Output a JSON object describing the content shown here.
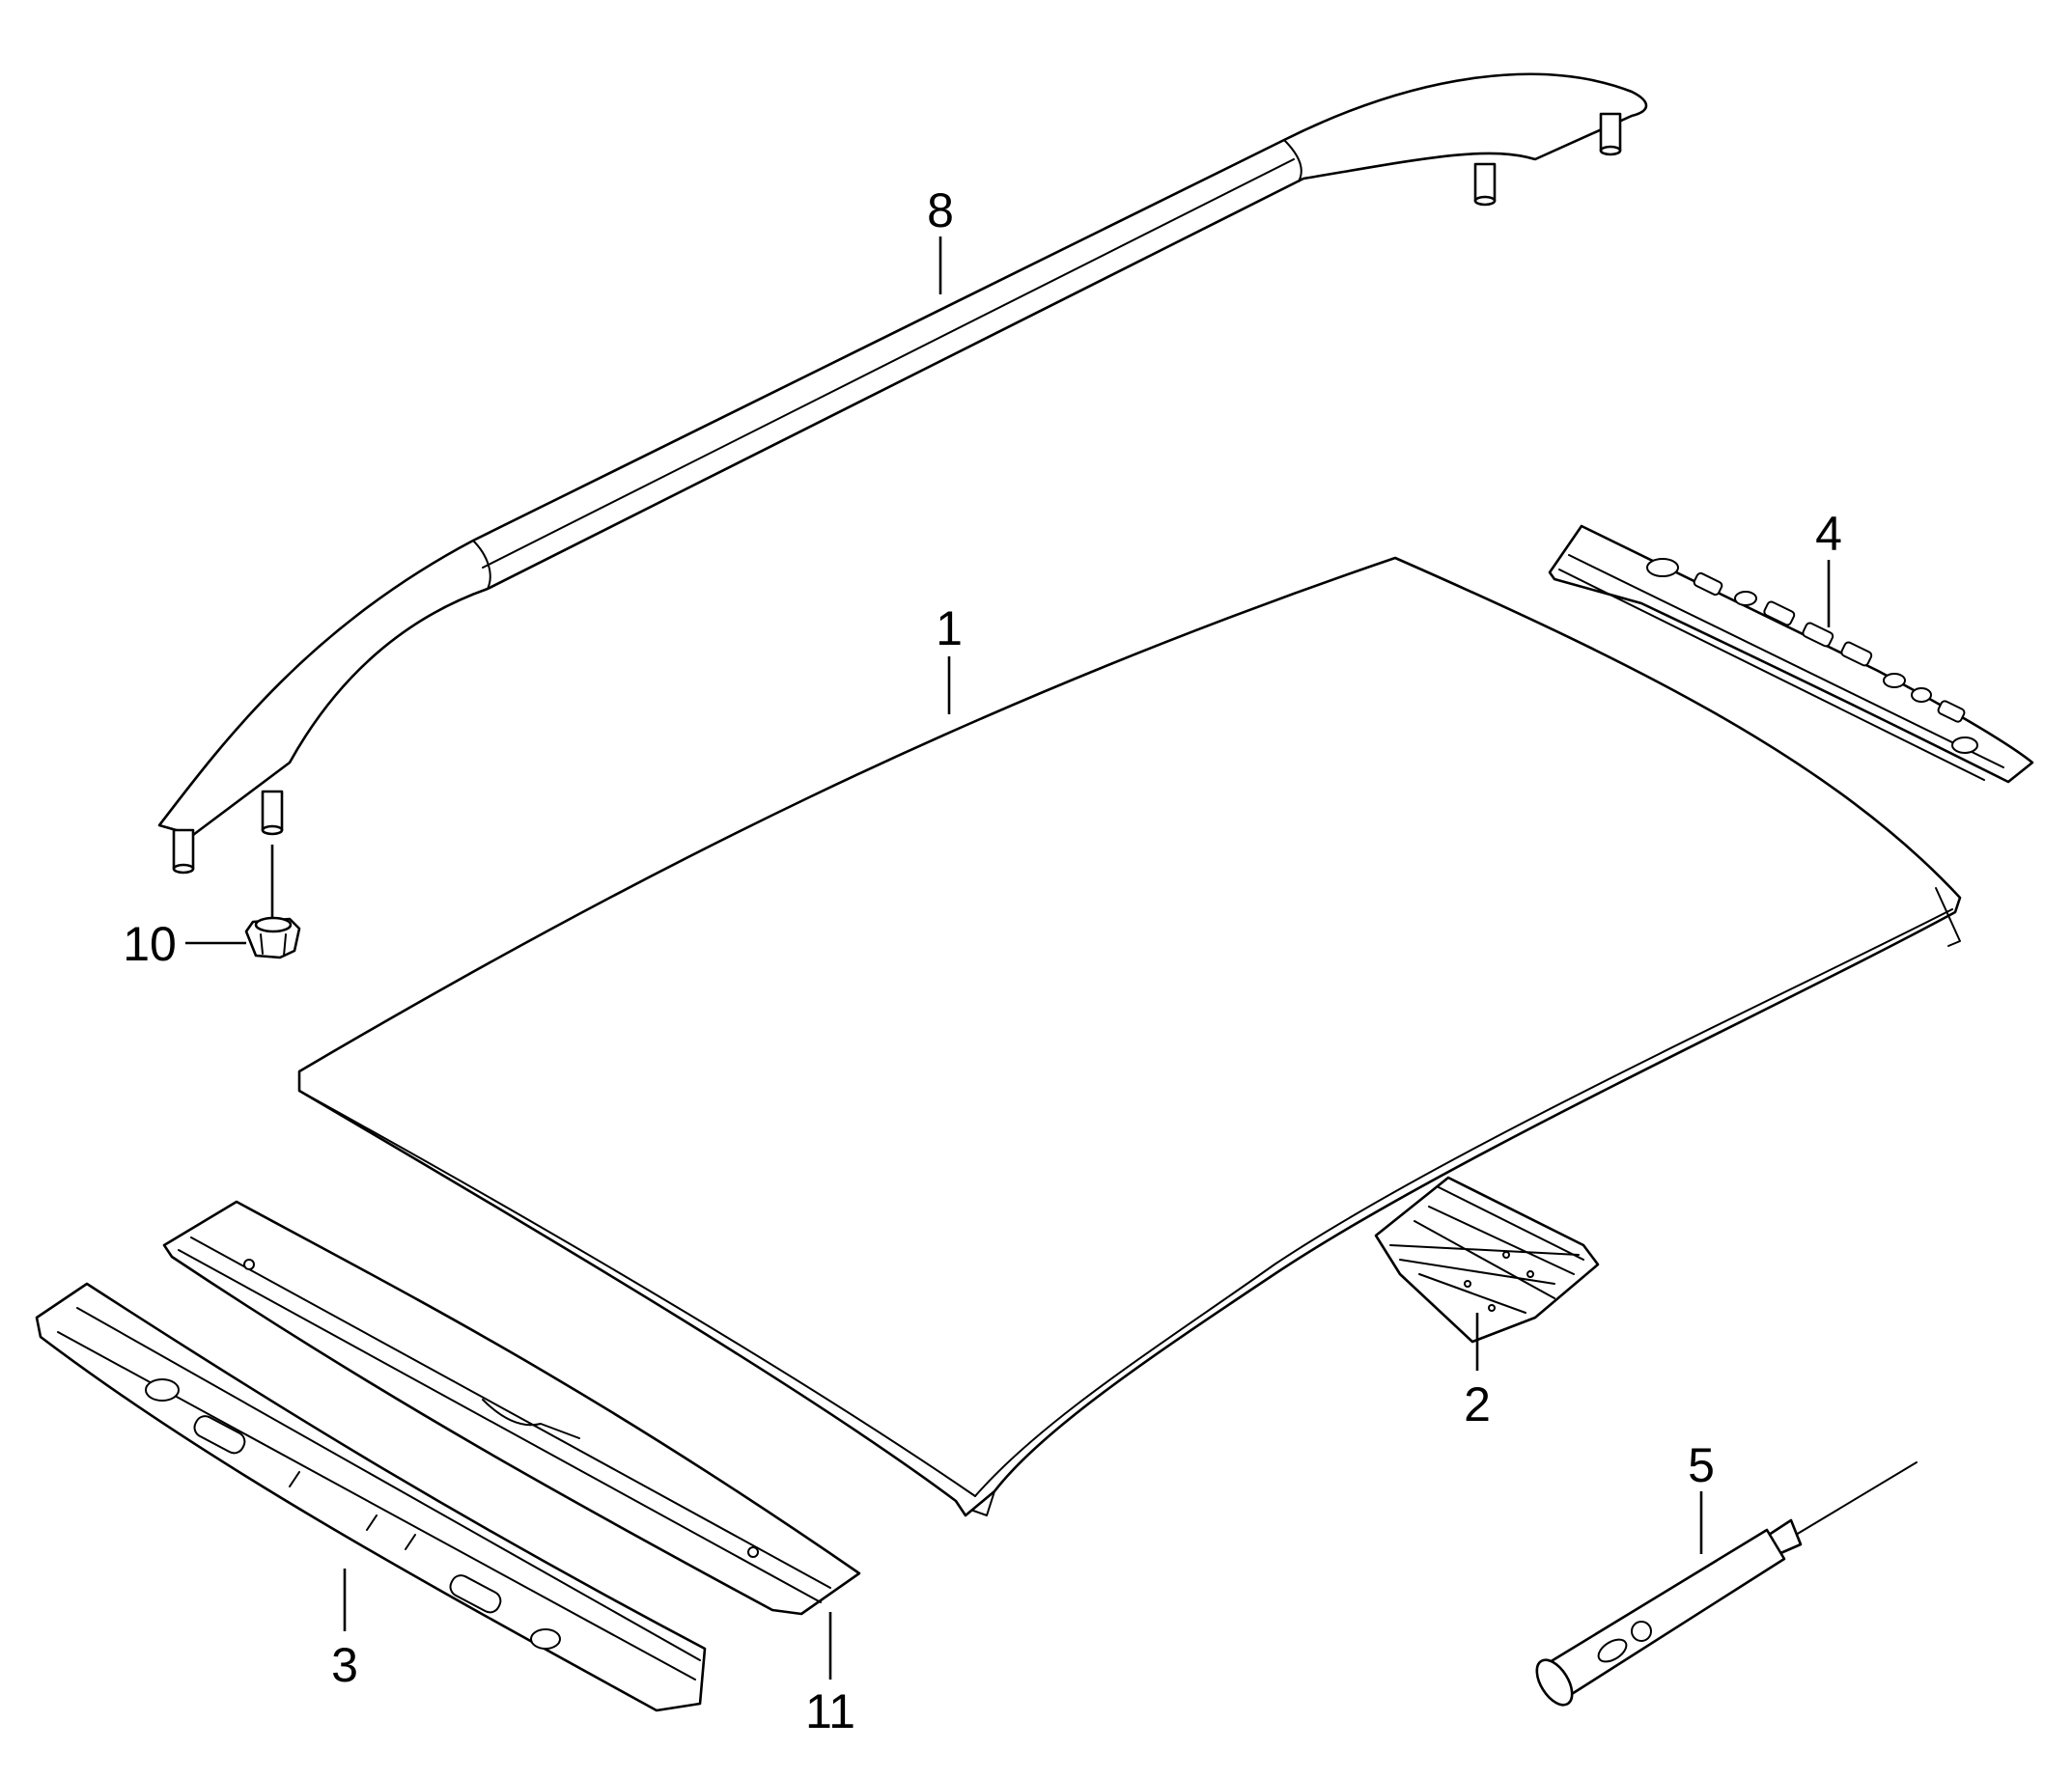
{
  "diagram": {
    "parts": [
      {
        "id": "roof-panel",
        "callout": "1"
      },
      {
        "id": "rear-reinforcement",
        "callout": "2"
      },
      {
        "id": "front-cross-member",
        "callout": "3"
      },
      {
        "id": "rear-cross-member",
        "callout": "4"
      },
      {
        "id": "sealant-cartridge",
        "callout": "5"
      },
      {
        "id": "roof-rail",
        "callout": "8"
      },
      {
        "id": "nut",
        "callout": "10"
      },
      {
        "id": "front-inner-strip",
        "callout": "11"
      }
    ]
  }
}
